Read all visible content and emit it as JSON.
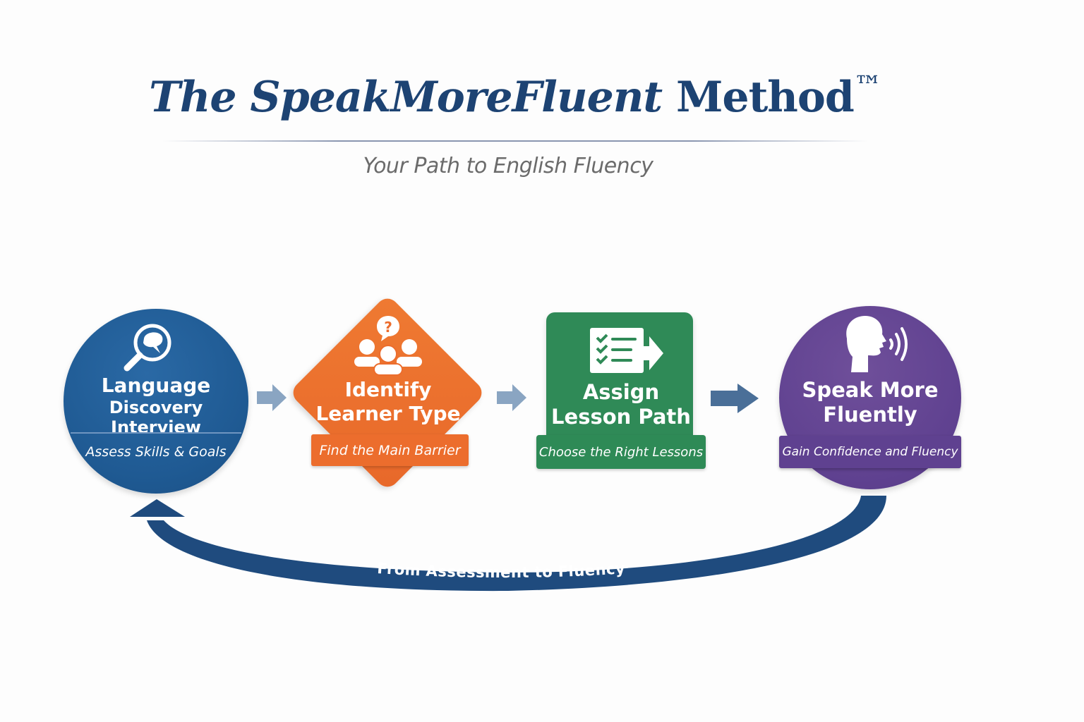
{
  "header": {
    "title_italic": "The SpeakMoreFluent",
    "title_regular": "Method",
    "trademark": "™",
    "subtitle": "Your Path to English Fluency"
  },
  "steps": [
    {
      "title_line1": "Language",
      "title_line2": "Discovery Interview",
      "tagline": "Assess Skills & Goals",
      "icon": "magnifier-speech-icon",
      "shape": "circle",
      "color": "#1f5a93"
    },
    {
      "title_line1": "Identify",
      "title_line2": "Learner Type",
      "tagline": "Find the Main Barrier",
      "icon": "group-question-icon",
      "shape": "diamond",
      "color": "#ec6d2d"
    },
    {
      "title_line1": "Assign",
      "title_line2": "Lesson Path",
      "tagline": "Choose the Right Lessons",
      "icon": "checklist-arrow-icon",
      "shape": "rounded-square",
      "color": "#2f8a57"
    },
    {
      "title_line1": "Speak More",
      "title_line2": "Fluently",
      "tagline": "Gain Confidence and Fluency",
      "icon": "speaking-head-icon",
      "shape": "circle",
      "color": "#5f4190"
    }
  ],
  "connectors": {
    "arrow_colors": [
      "#8aa5c2",
      "#8aa5c2",
      "#4a6f98"
    ],
    "loop_label": "From Assessment to Fluency",
    "loop_color": "#1f4b7e"
  }
}
